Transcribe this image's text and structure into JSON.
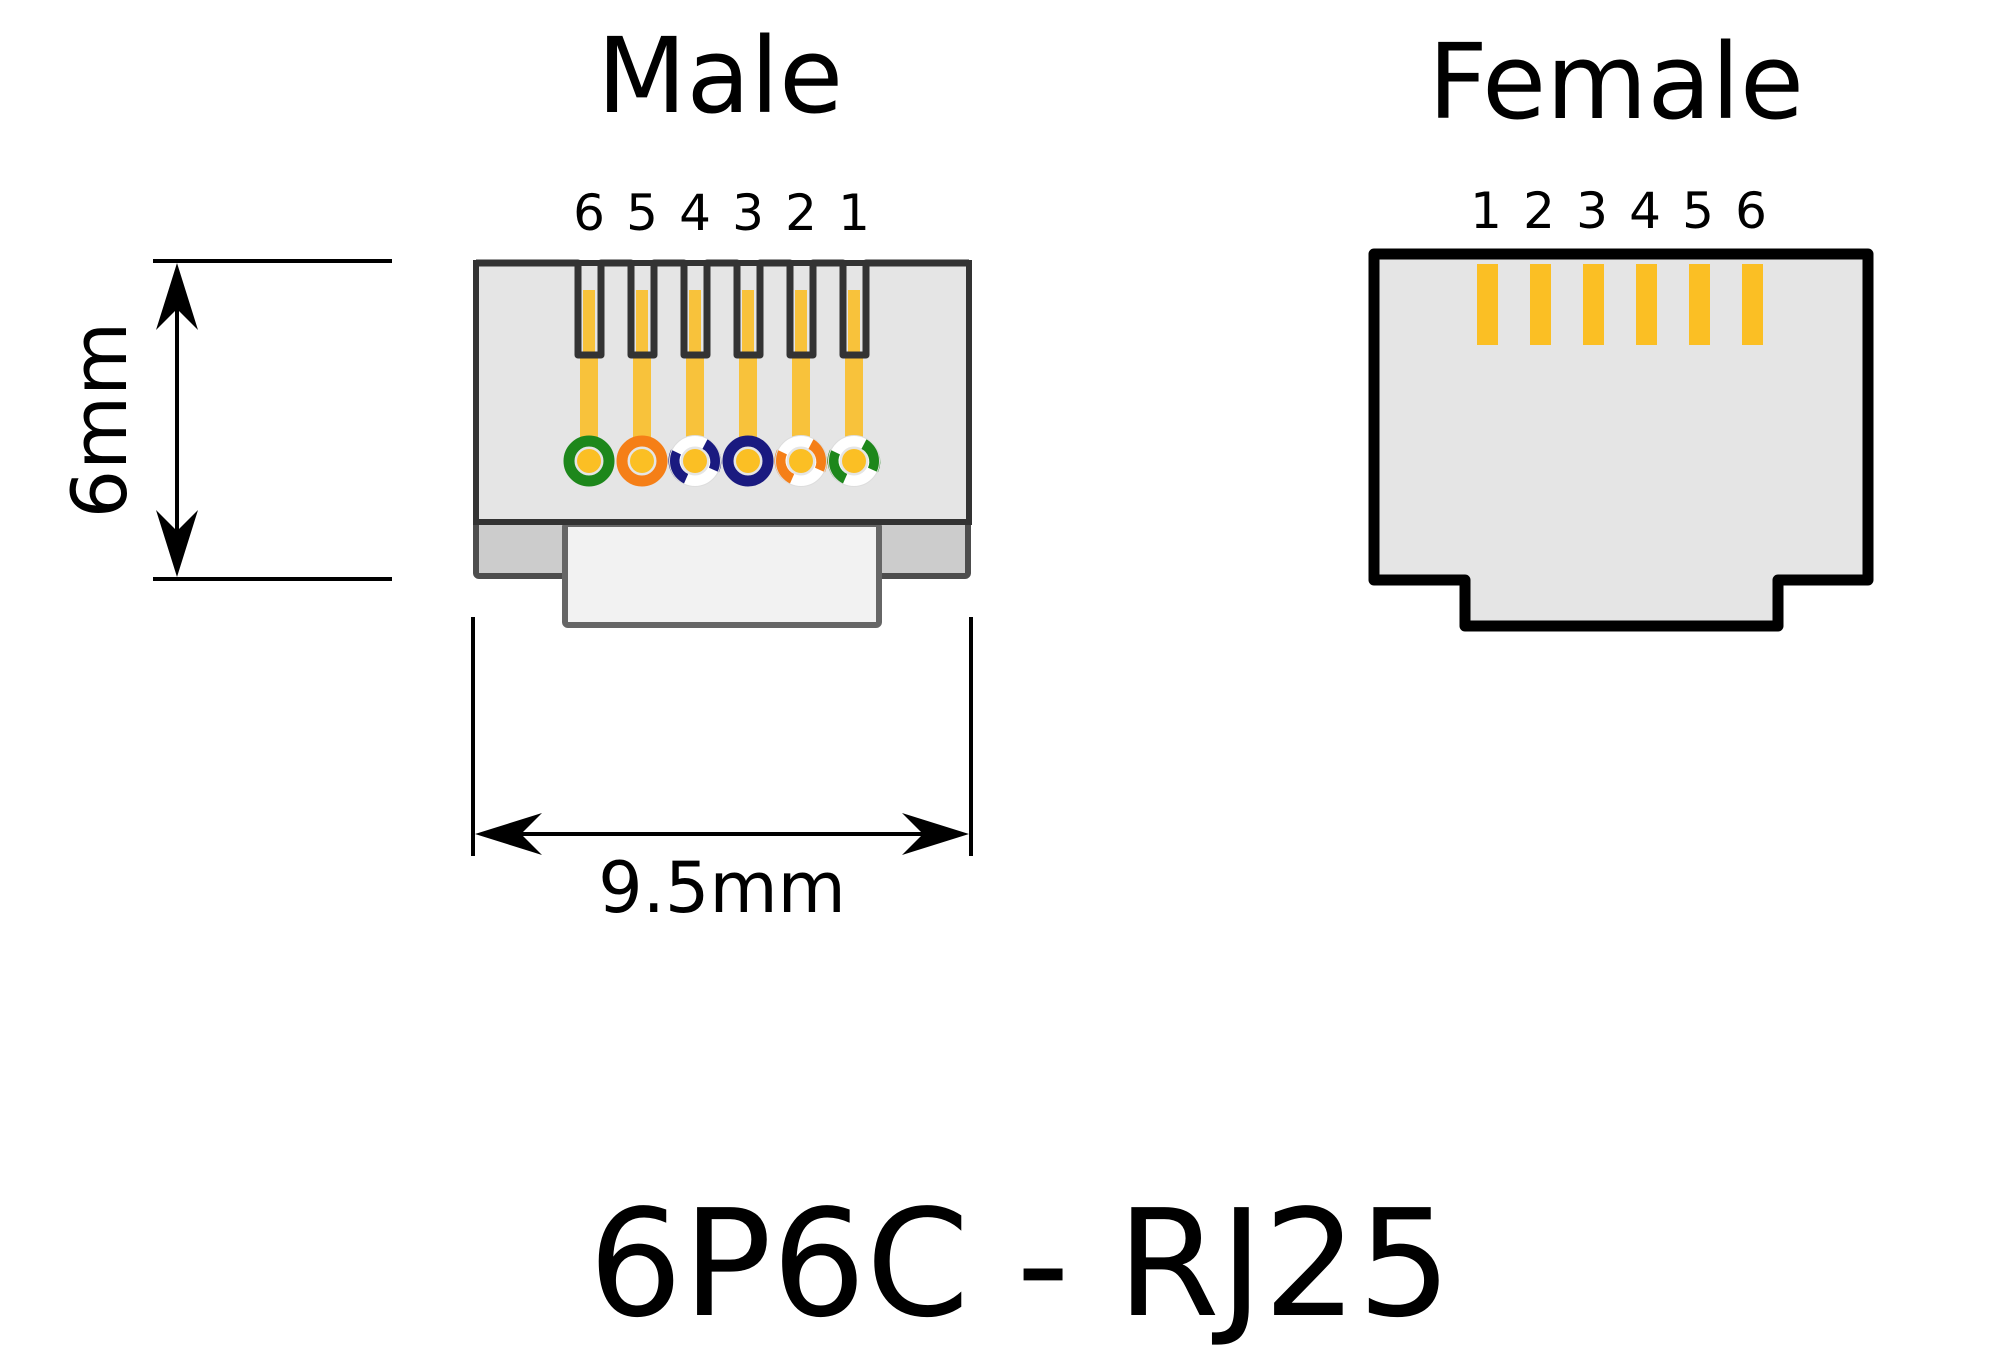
{
  "labels": {
    "male": "Male",
    "female": "Female",
    "height": "6mm",
    "width": "9.5mm",
    "title": "6P6C - RJ25"
  },
  "male_pins": [
    "6",
    "5",
    "4",
    "3",
    "2",
    "1"
  ],
  "female_pins": [
    "1",
    "2",
    "3",
    "4",
    "5",
    "6"
  ],
  "wire_colors": [
    {
      "pin": "6",
      "color": "green",
      "striped": false
    },
    {
      "pin": "5",
      "color": "orange",
      "striped": false
    },
    {
      "pin": "4",
      "color": "white-blue",
      "striped": true
    },
    {
      "pin": "3",
      "color": "blue",
      "striped": false
    },
    {
      "pin": "2",
      "color": "white-orange",
      "striped": true
    },
    {
      "pin": "1",
      "color": "white-green",
      "striped": true
    }
  ],
  "colors": {
    "green": "#1d871b",
    "orange": "#f57f17",
    "blue": "#1a1a80",
    "gold": "#fbbf24",
    "body": "#e5e5e5",
    "latch": "#cccccc",
    "tab": "#f2f2f2",
    "outline": "#333333"
  }
}
